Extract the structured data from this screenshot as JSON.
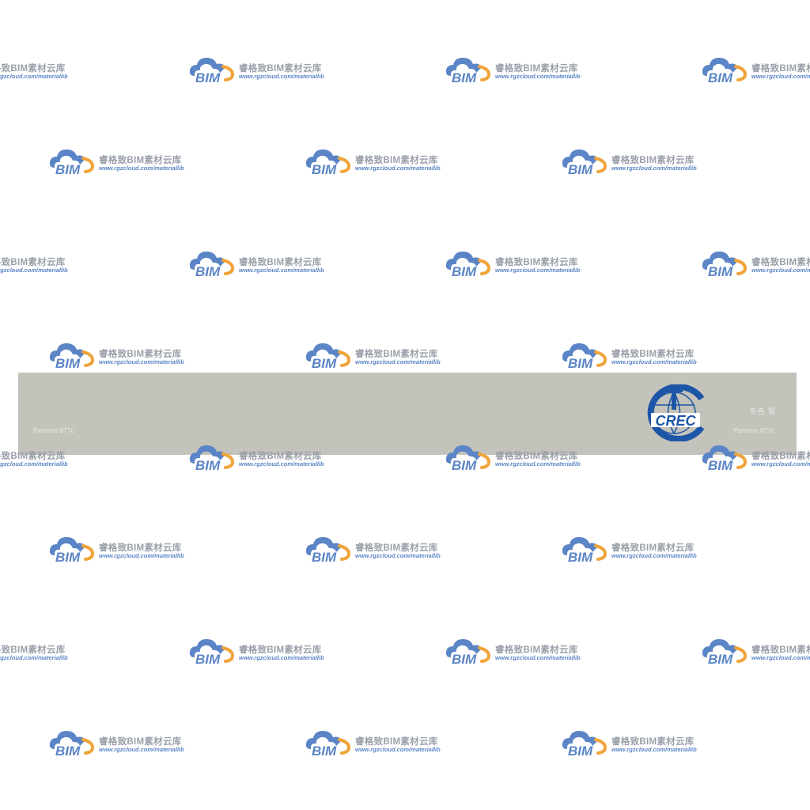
{
  "swatch": {
    "background_color": "#c3c2bb",
    "pantone_left": "Pantone 877c",
    "pantone_right": "Pantone 877c",
    "color_label": "专色 银"
  },
  "logo": {
    "text": "CREC",
    "color": "#1d56a6"
  },
  "watermark": {
    "icon_text": "BIM",
    "title": "睿格致BIM素材云库",
    "url": "www.rgzcloud.com/materiallib",
    "cloud_color": "#5b85c6",
    "arc_color": "#f0a43a"
  }
}
